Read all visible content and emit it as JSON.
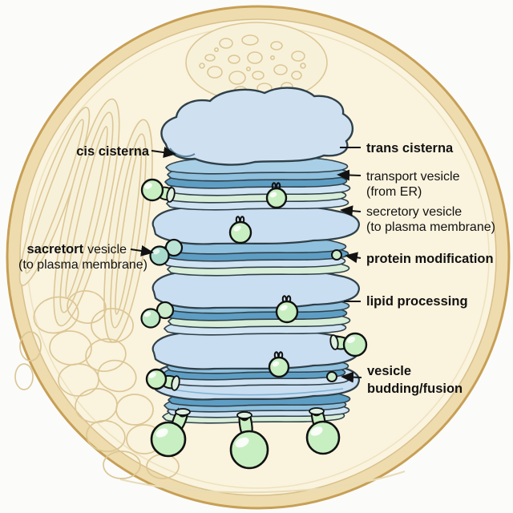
{
  "diagram": {
    "subject": "golgi-apparatus-in-cell",
    "labels": {
      "cis_cisterna": "cis cisterna",
      "trans_cisterna": "trans cisterna",
      "transport_vesicle": "transport vesicle",
      "transport_vesicle_sub": "(from ER)",
      "secretory_vesicle": "secretory vesicle",
      "secretory_vesicle_sub": "(to plasma membrane)",
      "secretory_left_bold": "sacretort",
      "secretory_left_rest": "vesicle",
      "secretory_left_sub": "(to plasma membrane)",
      "protein_modification": "protein modification",
      "lipid_processing": "lipid processing",
      "vesicle_budding_1": "vesicle",
      "vesicle_budding_2": "budding/fusion"
    },
    "colors": {
      "page_background": "#fbfbfa",
      "cell_membrane_line": "#c79f55",
      "cell_membrane_band": "#eedcae",
      "cytoplasm": "#faf3de",
      "organelle_outline": "#dcc795",
      "cisterna_light": "#c9def0",
      "cisterna_pale": "#cfe3f2",
      "cisterna_mid": "#8fc0dd",
      "cisterna_dark": "#5e9ec4",
      "cisterna_mint": "#d9eed8",
      "stack_outline": "#2f4049",
      "vesicle_green": "#c8efc2",
      "vesicle_teal": "#aedbd0",
      "label_text": "#121212"
    }
  }
}
